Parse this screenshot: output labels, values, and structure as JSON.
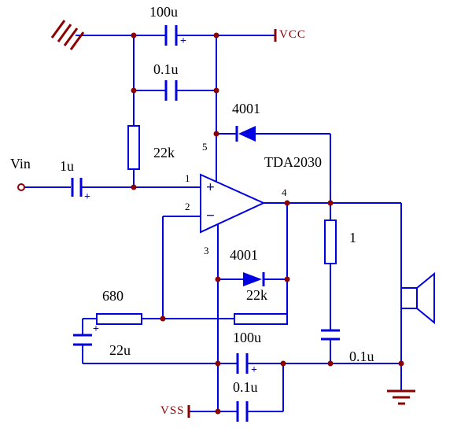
{
  "ic": {
    "label": "TDA2030"
  },
  "input": {
    "label": "Vin"
  },
  "power": {
    "vcc": "VCC",
    "vss": "VSS"
  },
  "opamp": {
    "plus": "+",
    "minus": "−"
  },
  "pins": {
    "in_plus": "1",
    "in_minus": "2",
    "neg_supply": "3",
    "output": "4",
    "pos_supply": "5"
  },
  "components": {
    "cap_vcc_100u": {
      "value": "100u",
      "polarity": "+"
    },
    "cap_vcc_0u1": {
      "value": "0.1u"
    },
    "res_bias_22k": {
      "value": "22k"
    },
    "diode_vcc": {
      "value": "4001"
    },
    "cap_input_1u": {
      "value": "1u",
      "polarity": "+"
    },
    "res_fb_680": {
      "value": "680"
    },
    "cap_fb_22u": {
      "value": "22u",
      "polarity": "+"
    },
    "diode_vss": {
      "value": "4001"
    },
    "res_fb_22k": {
      "value": "22k"
    },
    "res_zobel_1": {
      "value": "1"
    },
    "cap_zobel_0u1": {
      "value": "0.1u"
    },
    "cap_vss_100u": {
      "value": "100u",
      "polarity": "+"
    },
    "cap_vss_0u1": {
      "value": "0.1u"
    }
  },
  "colors": {
    "wire": "#0000E0",
    "junction": "#8B0000",
    "power_text": "#8B0000",
    "label_text": "#000000"
  }
}
